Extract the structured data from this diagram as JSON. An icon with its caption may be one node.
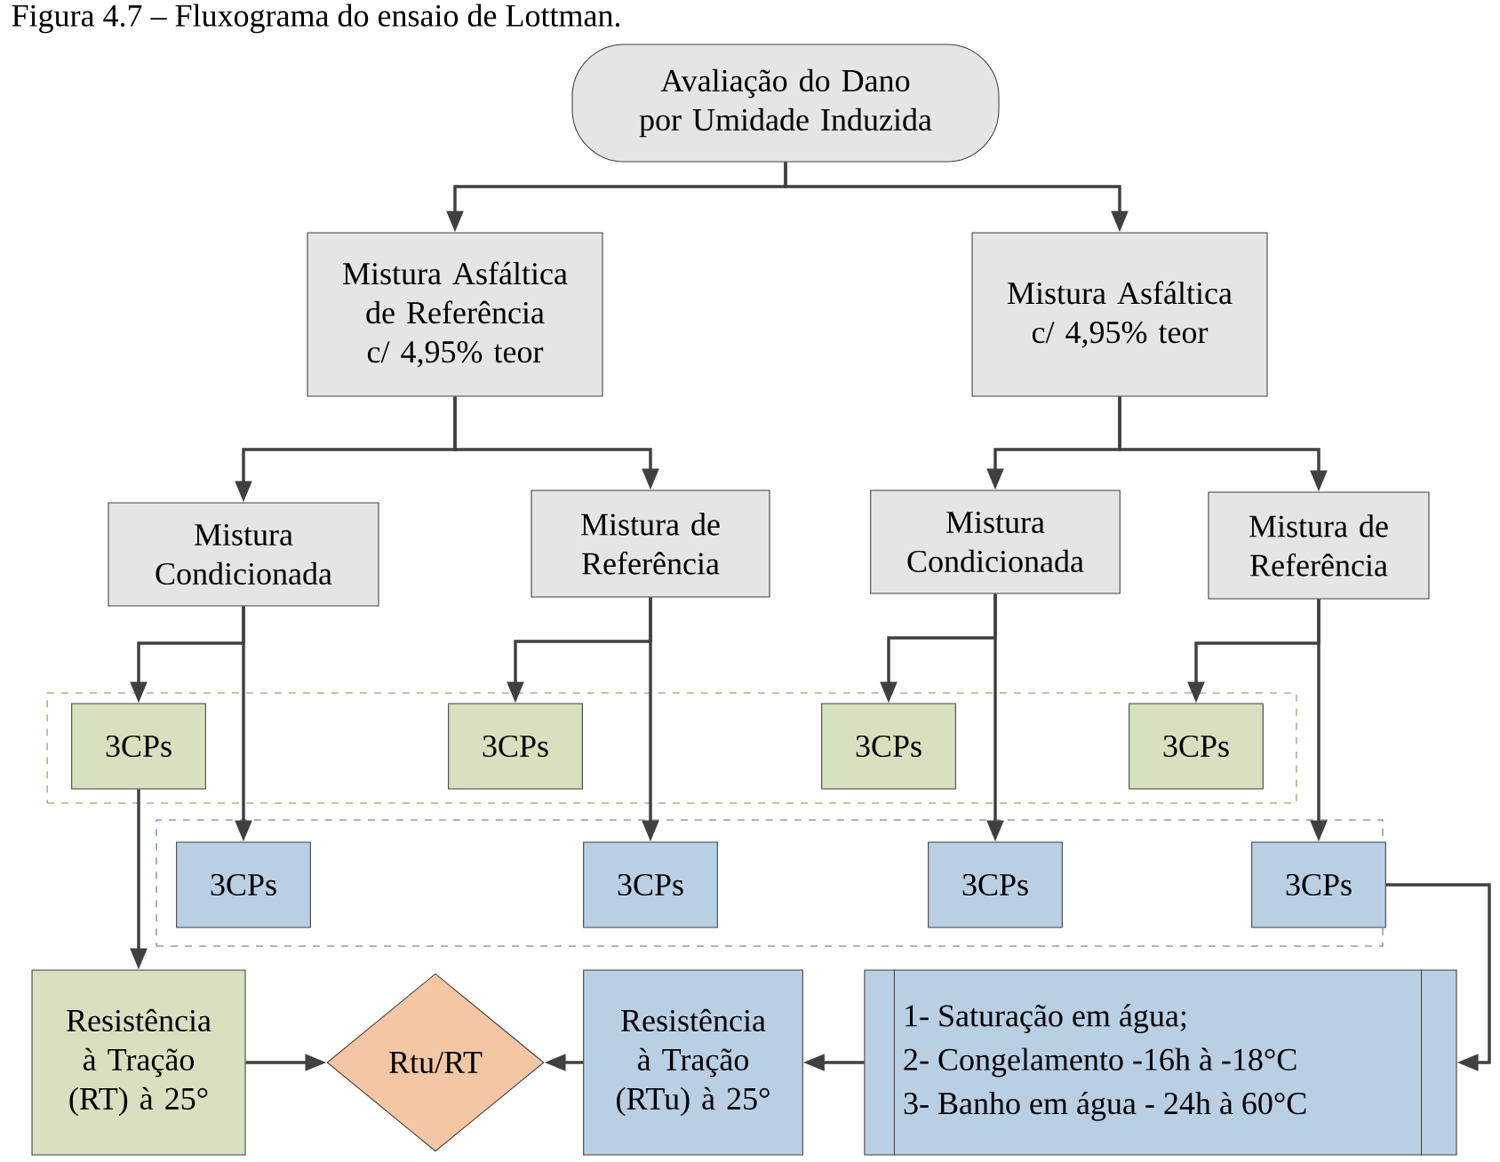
{
  "diagram": {
    "title": "Figura 4.7 – Fluxograma do ensaio de Lottman.",
    "nodes": [
      {
        "text": [
          "Avaliação do Dano por Umidade Induzida"
        ]
      },
      {
        "text": [
          "Mistura Asfáltica de Referência c/ 4,95% teor"
        ]
      },
      {
        "text": [
          "Mistura Asfáltica c/ 4,95% teor"
        ]
      },
      {
        "text": [
          "Mistura Condicionada"
        ]
      },
      {
        "text": [
          "Mistura de Referência"
        ]
      },
      {
        "text": [
          "Mistura Condicionada"
        ]
      },
      {
        "text": [
          "Mistura de Referência"
        ]
      },
      {
        "text": [],
        "shape": "box"
      },
      {
        "text": [
          "3CPs"
        ],
        "in": 7
      },
      {
        "text": [
          "3CPs"
        ],
        "in": 7
      },
      {
        "text": [
          "3CPs"
        ],
        "in": 7
      },
      {
        "text": [
          "3CPs"
        ],
        "in": 7
      },
      {
        "text": [],
        "shape": "box"
      },
      {
        "text": [
          "3CPs"
        ],
        "in": 12
      },
      {
        "text": [
          "3CPs"
        ],
        "in": 12
      },
      {
        "text": [
          "3CPs"
        ],
        "in": 12
      },
      {
        "text": [
          "3CPs"
        ],
        "in": 12
      },
      {
        "text": [
          "Resistência à Tração (RT) à 25°"
        ]
      },
      {
        "text": [
          "Rtu/RT"
        ]
      },
      {
        "text": [
          "Resistência à Tração (RTu) à 25°"
        ]
      },
      {
        "text": [
          "1- Saturação em água;",
          "2- Congelamento -16h à -18°C",
          "3- Banho em água - 24h à 60°C"
        ]
      }
    ],
    "edges": [
      {
        "from": 0,
        "to": 1,
        "arrow": "to"
      },
      {
        "from": 0,
        "to": 2,
        "arrow": "to"
      },
      {
        "from": 1,
        "to": 3,
        "arrow": "to"
      },
      {
        "from": 1,
        "to": 4,
        "arrow": "to"
      },
      {
        "from": 2,
        "to": 5,
        "arrow": "to"
      },
      {
        "from": 2,
        "to": 6,
        "arrow": "to"
      },
      {
        "from": 3,
        "to": 8,
        "arrow": "to"
      },
      {
        "from": 3,
        "to": 13,
        "arrow": "to"
      },
      {
        "from": 4,
        "to": 9,
        "arrow": "to"
      },
      {
        "from": 4,
        "to": 14,
        "arrow": "to"
      },
      {
        "from": 5,
        "to": 10,
        "arrow": "to"
      },
      {
        "from": 5,
        "to": 15,
        "arrow": "to"
      },
      {
        "from": 6,
        "to": 11,
        "arrow": "to"
      },
      {
        "from": 6,
        "to": 16,
        "arrow": "to"
      },
      {
        "from": 8,
        "to": 17,
        "arrow": "to"
      },
      {
        "from": 17,
        "to": 18,
        "arrow": "to"
      },
      {
        "from": 19,
        "to": 18,
        "arrow": "to"
      },
      {
        "from": 20,
        "to": 19,
        "arrow": "to"
      },
      {
        "from": 16,
        "to": 20,
        "arrow": "to"
      }
    ]
  }
}
